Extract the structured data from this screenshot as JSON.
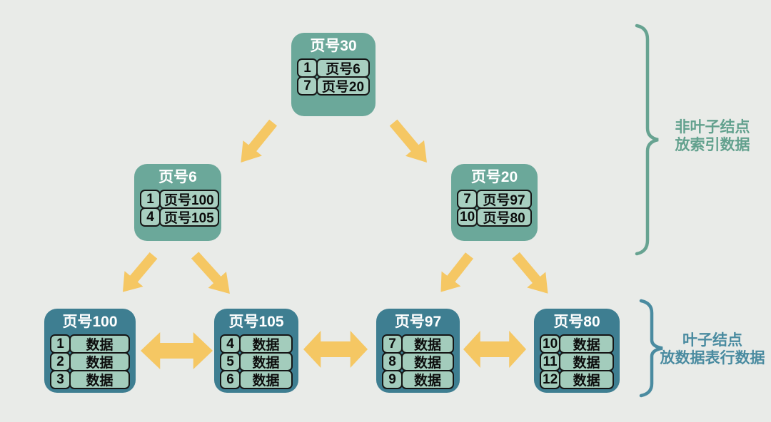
{
  "title": "B+ tree index pages diagram",
  "colors": {
    "background": "#e9ebe8",
    "upper_node": "#6ba89a",
    "leaf_node": "#3e7e91",
    "cell_fill": "#a8cfc0",
    "cell_border": "#151515",
    "arrow": "#f5c763",
    "brace_non_leaf": "#67a391",
    "brace_leaf": "#4a8ba0",
    "title_text": "#ffffff"
  },
  "tree": {
    "root": {
      "title": "页号30",
      "entries": [
        {
          "key": "1",
          "value": "页号6"
        },
        {
          "key": "7",
          "value": "页号20"
        }
      ]
    },
    "internal": [
      {
        "title": "页号6",
        "entries": [
          {
            "key": "1",
            "value": "页号100"
          },
          {
            "key": "4",
            "value": "页号105"
          }
        ]
      },
      {
        "title": "页号20",
        "entries": [
          {
            "key": "7",
            "value": "页号97"
          },
          {
            "key": "10",
            "value": "页号80"
          }
        ]
      }
    ],
    "leaves": [
      {
        "title": "页号100",
        "entries": [
          {
            "key": "1",
            "value": "数据"
          },
          {
            "key": "2",
            "value": "数据"
          },
          {
            "key": "3",
            "value": "数据"
          }
        ]
      },
      {
        "title": "页号105",
        "entries": [
          {
            "key": "4",
            "value": "数据"
          },
          {
            "key": "5",
            "value": "数据"
          },
          {
            "key": "6",
            "value": "数据"
          }
        ]
      },
      {
        "title": "页号97",
        "entries": [
          {
            "key": "7",
            "value": "数据"
          },
          {
            "key": "8",
            "value": "数据"
          },
          {
            "key": "9",
            "value": "数据"
          }
        ]
      },
      {
        "title": "页号80",
        "entries": [
          {
            "key": "10",
            "value": "数据"
          },
          {
            "key": "11",
            "value": "数据"
          },
          {
            "key": "12",
            "value": "数据"
          }
        ]
      }
    ]
  },
  "annotations": {
    "non_leaf": {
      "line1": "非叶子结点",
      "line2": "放索引数据"
    },
    "leaf": {
      "line1": "叶子结点",
      "line2": "放数据表行数据"
    }
  }
}
